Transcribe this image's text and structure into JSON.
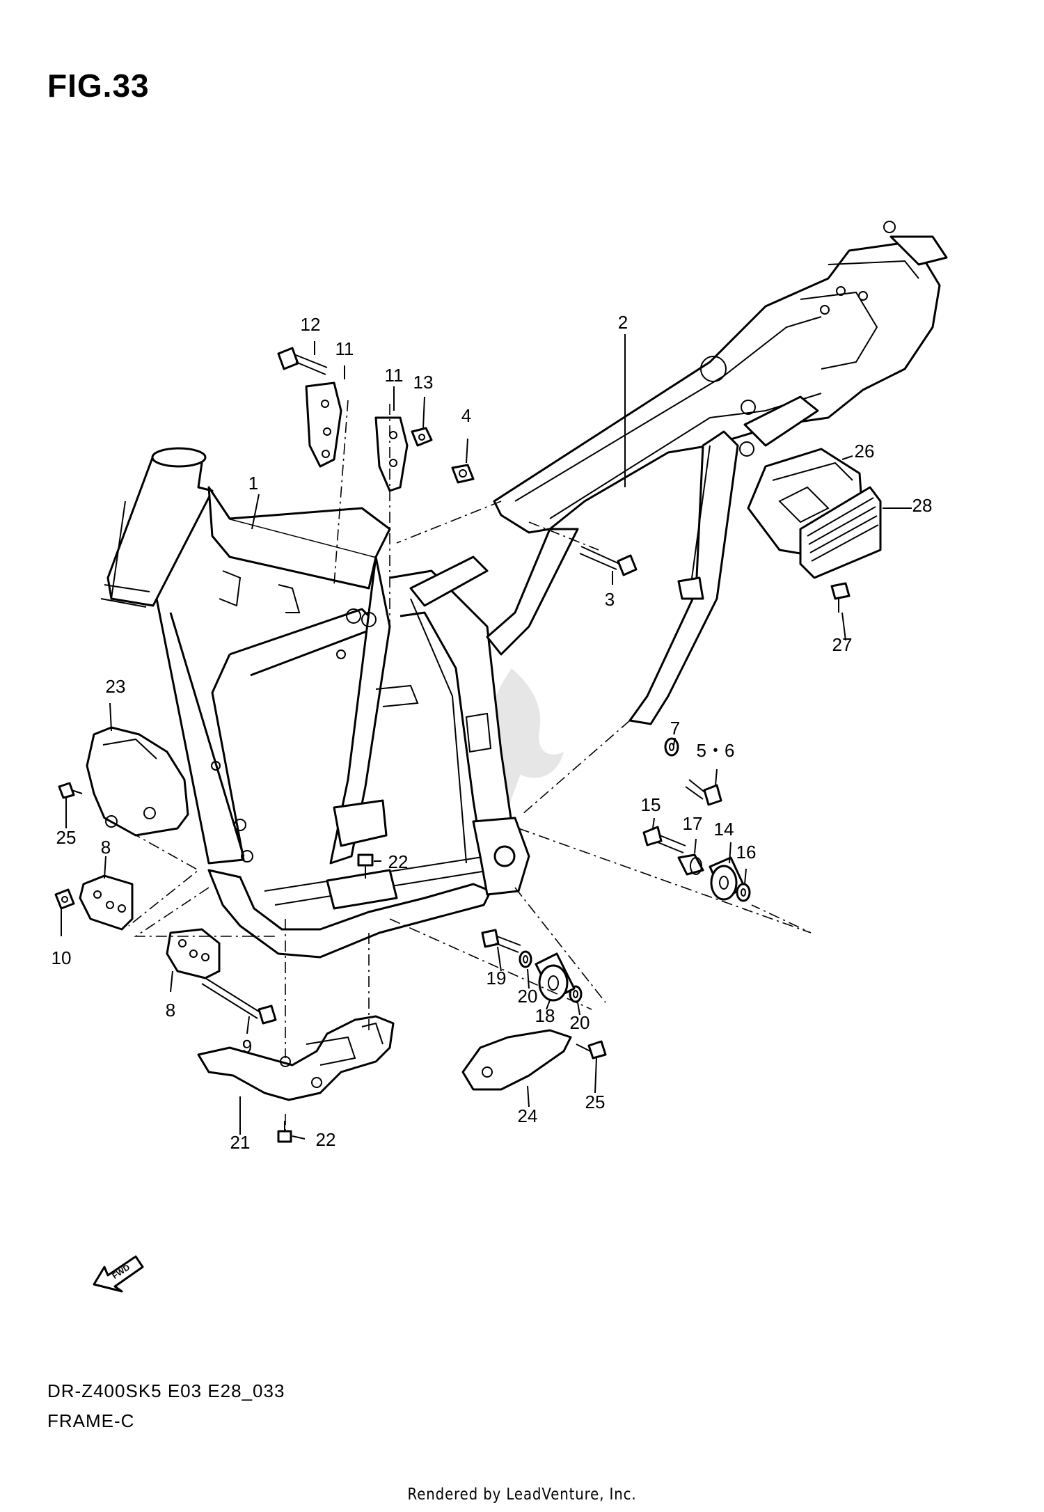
{
  "figure": {
    "title": "FIG.33",
    "model_code": "DR-Z400SK5 E03 E28_033",
    "assembly_name": "FRAME-C",
    "footer": "Rendered by LeadVenture, Inc.",
    "fwd_label": "FWD"
  },
  "callouts": [
    {
      "id": "c1",
      "label": "1"
    },
    {
      "id": "c2",
      "label": "2"
    },
    {
      "id": "c3",
      "label": "3"
    },
    {
      "id": "c4",
      "label": "4"
    },
    {
      "id": "c56",
      "label": "5・6"
    },
    {
      "id": "c7",
      "label": "7"
    },
    {
      "id": "c8a",
      "label": "8"
    },
    {
      "id": "c8b",
      "label": "8"
    },
    {
      "id": "c9",
      "label": "9"
    },
    {
      "id": "c10",
      "label": "10"
    },
    {
      "id": "c11a",
      "label": "11"
    },
    {
      "id": "c11b",
      "label": "11"
    },
    {
      "id": "c12",
      "label": "12"
    },
    {
      "id": "c13",
      "label": "13"
    },
    {
      "id": "c14",
      "label": "14"
    },
    {
      "id": "c15",
      "label": "15"
    },
    {
      "id": "c16",
      "label": "16"
    },
    {
      "id": "c17",
      "label": "17"
    },
    {
      "id": "c18",
      "label": "18"
    },
    {
      "id": "c19",
      "label": "19"
    },
    {
      "id": "c20a",
      "label": "20"
    },
    {
      "id": "c20b",
      "label": "20"
    },
    {
      "id": "c21",
      "label": "21"
    },
    {
      "id": "c22a",
      "label": "22"
    },
    {
      "id": "c22b",
      "label": "22"
    },
    {
      "id": "c23",
      "label": "23"
    },
    {
      "id": "c24",
      "label": "24"
    },
    {
      "id": "c25a",
      "label": "25"
    },
    {
      "id": "c25b",
      "label": "25"
    },
    {
      "id": "c26",
      "label": "26"
    },
    {
      "id": "c27",
      "label": "27"
    },
    {
      "id": "c28",
      "label": "28"
    }
  ],
  "colors": {
    "line": "#000000",
    "background": "#ffffff",
    "watermark": "#e6e6e6"
  }
}
